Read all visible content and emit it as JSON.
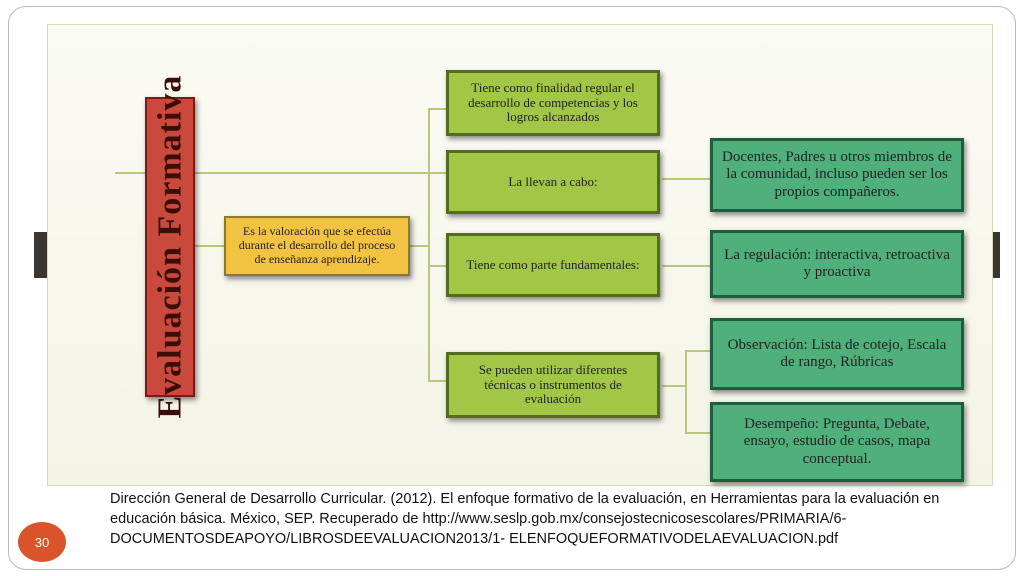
{
  "diagram": {
    "title": "Evaluación Formativa",
    "definition": "Es la valoración que se efectúa durante el desarrollo del proceso de enseñanza aprendizaje.",
    "branches": [
      "Tiene como finalidad regular el desarrollo de competencias y los logros alcanzados",
      "La llevan a cabo:",
      "Tiene como parte fundamentales:",
      "Se pueden utilizar diferentes técnicas o instrumentos de evaluación"
    ],
    "details": [
      "Docentes, Padres u otros miembros de la comunidad, incluso pueden ser los propios compañeros.",
      "La regulación: interactiva, retroactiva y proactiva",
      "Observación: Lista de cotejo, Escala de rango, Rúbricas",
      "Desempeño: Pregunta, Debate, ensayo, estudio de casos, mapa conceptual."
    ]
  },
  "citation": "Dirección General de Desarrollo Curricular. (2012). El enfoque formativo de la evaluación, en Herramientas para la evaluación en educación básica. México, SEP. Recuperado de http://www.seslp.gob.mx/consejostecnicosescolares/PRIMARIA/6-DOCUMENTOSDEAPOYO/LIBROSDEEVALUACION2013/1- ELENFOQUEFORMATIVODELAEVALUACION.pdf",
  "page_number": "30"
}
